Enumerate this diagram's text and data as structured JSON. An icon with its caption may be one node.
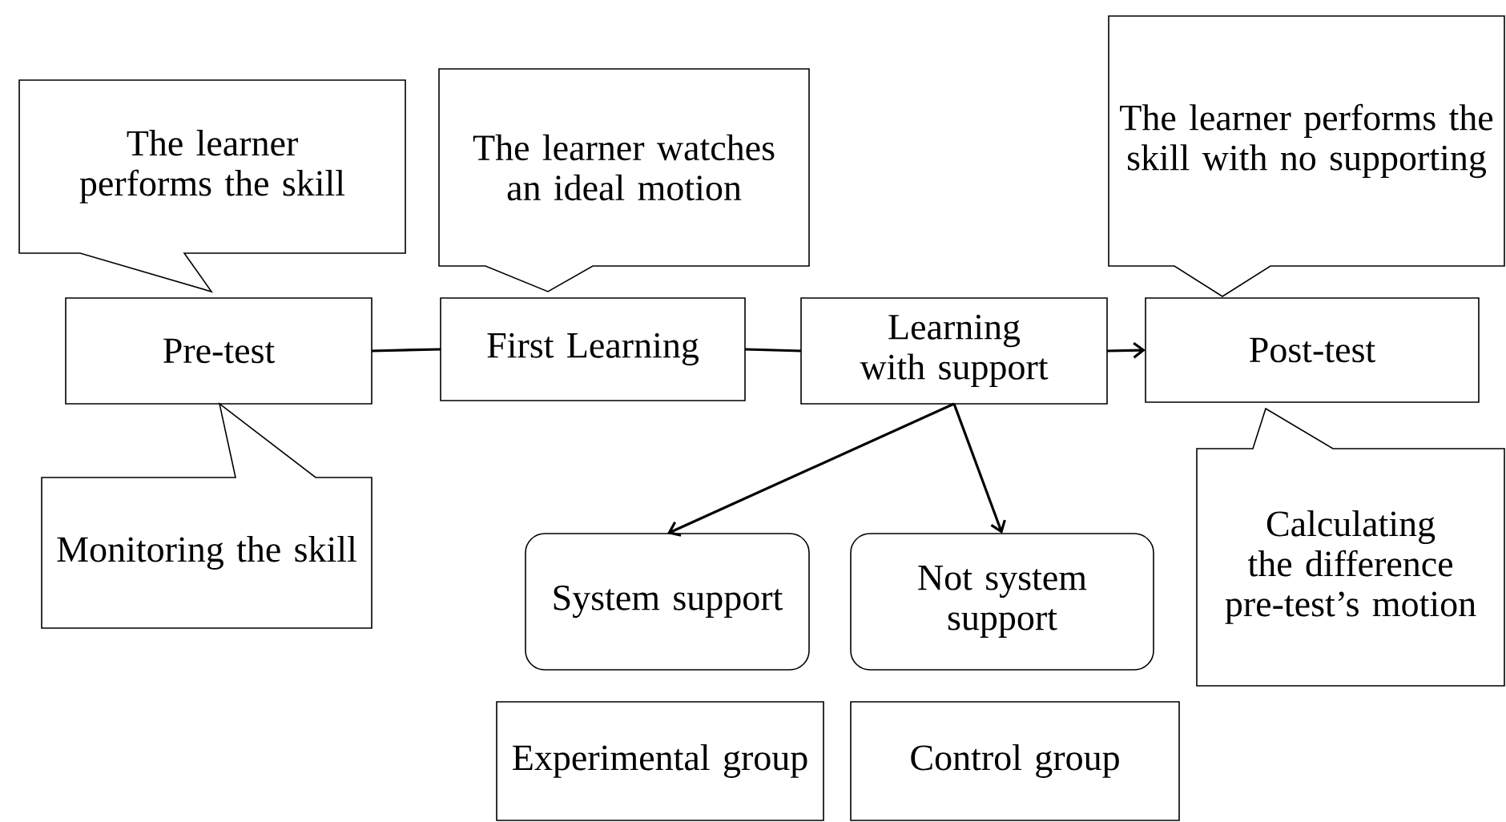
{
  "diagram": {
    "nodes": [
      {
        "text": [
          "The learner performs the skill"
        ]
      },
      {
        "text": [
          "The learner watches an ideal motion"
        ]
      },
      {
        "text": [
          "The learner performs the skill with no supporting"
        ]
      },
      {
        "text": [
          "Pre-test"
        ]
      },
      {
        "text": [
          "First Learning"
        ]
      },
      {
        "text": [
          "Learning with support"
        ]
      },
      {
        "text": [
          "Post-test"
        ]
      },
      {
        "text": [
          "Monitoring the skill"
        ]
      },
      {
        "text": [
          "Calculating the difference pre-test’s motion"
        ]
      },
      {
        "text": [
          "System support"
        ]
      },
      {
        "text": [
          "Not system support"
        ]
      },
      {
        "text": [
          "Experimental group"
        ]
      },
      {
        "text": [
          "Control group"
        ]
      }
    ],
    "edges": [
      {
        "from": 3,
        "to": 4,
        "arrow": "none"
      },
      {
        "from": 4,
        "to": 5,
        "arrow": "none"
      },
      {
        "from": 5,
        "to": 6,
        "arrow": "to"
      },
      {
        "from": 5,
        "to": 9,
        "arrow": "to"
      },
      {
        "from": 5,
        "to": 10,
        "arrow": "to"
      }
    ]
  }
}
